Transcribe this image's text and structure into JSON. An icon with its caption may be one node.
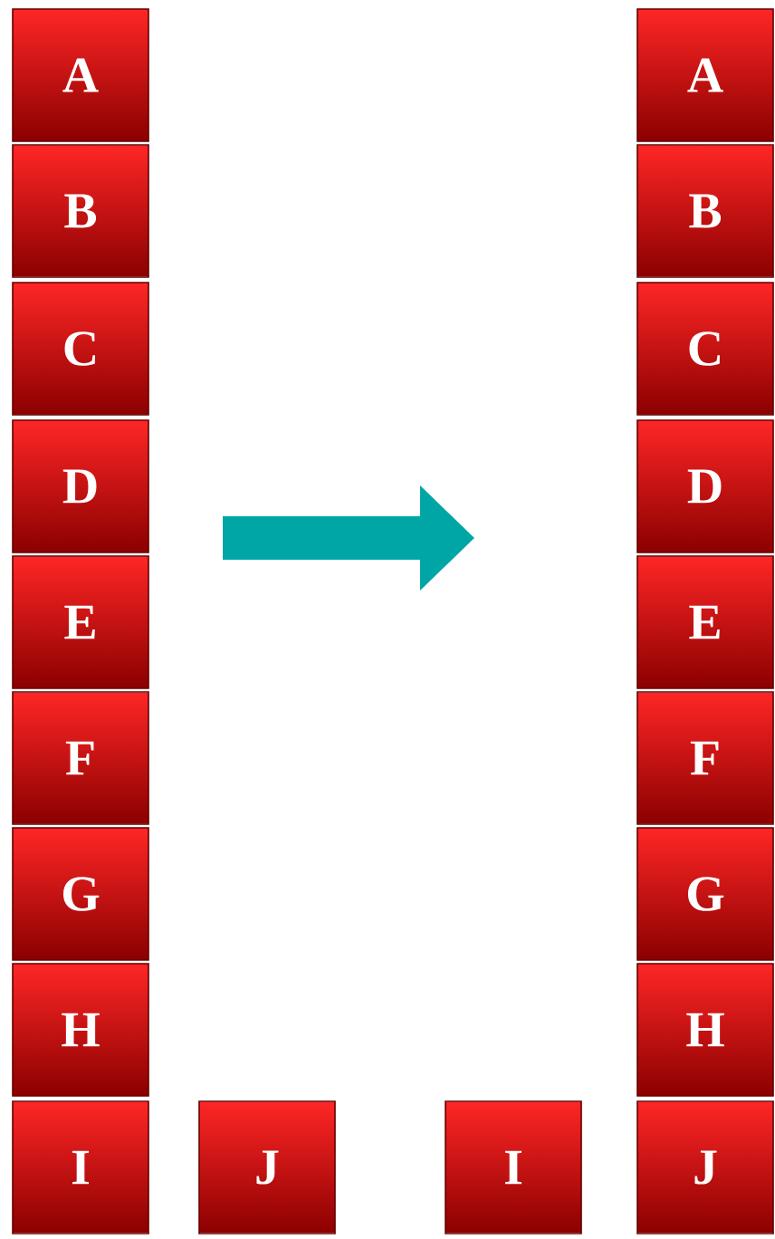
{
  "diagram": {
    "nodes": [
      {
        "text": [
          "A"
        ]
      },
      {
        "text": [
          "B"
        ]
      },
      {
        "text": [
          "C"
        ]
      },
      {
        "text": [
          "D"
        ]
      },
      {
        "text": [
          "E"
        ]
      },
      {
        "text": [
          "F"
        ]
      },
      {
        "text": [
          "G"
        ]
      },
      {
        "text": [
          "H"
        ]
      },
      {
        "text": [
          "I"
        ]
      },
      {
        "text": [
          "J"
        ]
      },
      {
        "text": [
          "A"
        ]
      },
      {
        "text": [
          "B"
        ]
      },
      {
        "text": [
          "C"
        ]
      },
      {
        "text": [
          "D"
        ]
      },
      {
        "text": [
          "E"
        ]
      },
      {
        "text": [
          "F"
        ]
      },
      {
        "text": [
          "G"
        ]
      },
      {
        "text": [
          "H"
        ]
      },
      {
        "text": [
          "I"
        ]
      },
      {
        "text": [
          "J"
        ]
      }
    ]
  }
}
